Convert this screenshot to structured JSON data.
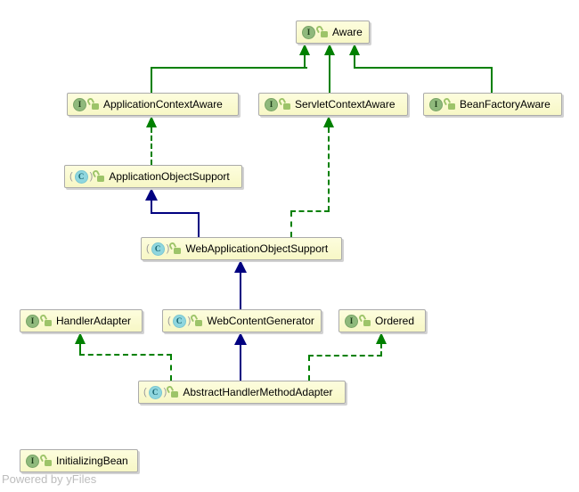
{
  "diagram": {
    "icons": {
      "interface_badge": "I",
      "class_badge": "C",
      "lock": "open-padlock"
    },
    "colors": {
      "node_fill": "#FAFAD0",
      "node_border": "#ABABAB",
      "interface_edge": "#008000",
      "class_extends_edge": "#000080",
      "interface_badge_bg": "#8FB97C",
      "class_badge_bg": "#8FD6DE"
    },
    "nodes": [
      {
        "id": "aware",
        "label": "Aware",
        "kind": "interface"
      },
      {
        "id": "application-context-aware",
        "label": "ApplicationContextAware",
        "kind": "interface"
      },
      {
        "id": "servlet-context-aware",
        "label": "ServletContextAware",
        "kind": "interface"
      },
      {
        "id": "bean-factory-aware",
        "label": "BeanFactoryAware",
        "kind": "interface"
      },
      {
        "id": "application-object-support",
        "label": "ApplicationObjectSupport",
        "kind": "abstract class"
      },
      {
        "id": "web-application-object-support",
        "label": "WebApplicationObjectSupport",
        "kind": "abstract class"
      },
      {
        "id": "handler-adapter",
        "label": "HandlerAdapter",
        "kind": "interface"
      },
      {
        "id": "web-content-generator",
        "label": "WebContentGenerator",
        "kind": "abstract class"
      },
      {
        "id": "ordered",
        "label": "Ordered",
        "kind": "interface"
      },
      {
        "id": "abstract-handler-method-adapter",
        "label": "AbstractHandlerMethodAdapter",
        "kind": "abstract class"
      },
      {
        "id": "initializing-bean",
        "label": "InitializingBean",
        "kind": "interface"
      }
    ],
    "edges": [
      {
        "from": "ApplicationContextAware",
        "to": "Aware",
        "line": "solid",
        "color": "#008000"
      },
      {
        "from": "ServletContextAware",
        "to": "Aware",
        "line": "solid",
        "color": "#008000"
      },
      {
        "from": "BeanFactoryAware",
        "to": "Aware",
        "line": "solid",
        "color": "#008000"
      },
      {
        "from": "ApplicationObjectSupport",
        "to": "ApplicationContextAware",
        "line": "dashed",
        "color": "#008000"
      },
      {
        "from": "WebApplicationObjectSupport",
        "to": "ApplicationObjectSupport",
        "line": "solid",
        "color": "#000080"
      },
      {
        "from": "WebApplicationObjectSupport",
        "to": "ServletContextAware",
        "line": "dashed",
        "color": "#008000"
      },
      {
        "from": "WebContentGenerator",
        "to": "WebApplicationObjectSupport",
        "line": "solid",
        "color": "#000080"
      },
      {
        "from": "AbstractHandlerMethodAdapter",
        "to": "WebContentGenerator",
        "line": "solid",
        "color": "#000080"
      },
      {
        "from": "AbstractHandlerMethodAdapter",
        "to": "HandlerAdapter",
        "line": "dashed",
        "color": "#008000"
      },
      {
        "from": "AbstractHandlerMethodAdapter",
        "to": "Ordered",
        "line": "dashed",
        "color": "#008000"
      }
    ],
    "watermark": "Powered by yFiles"
  }
}
